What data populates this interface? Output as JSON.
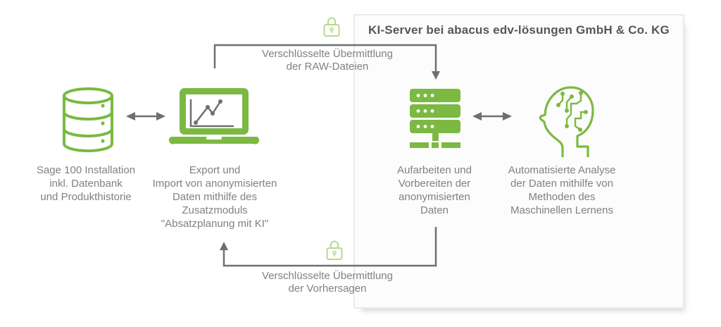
{
  "header": {
    "title": "KI-Server bei abacus edv-lösungen GmbH & Co. KG"
  },
  "nodes": {
    "database": {
      "icon": "database-icon",
      "label_lines": [
        "Sage 100 Installation",
        "inkl. Datenbank",
        "und Produkthistorie"
      ]
    },
    "laptop": {
      "icon": "laptop-chart-icon",
      "label_lines": [
        "Export und",
        "Import von anonymisierten",
        "Daten mithilfe des",
        "Zusatzmoduls",
        "\"Absatzplanung mit KI\""
      ]
    },
    "server": {
      "icon": "server-icon",
      "label_lines": [
        "Aufarbeiten und",
        "Vorbereiten der",
        "anonymisierten",
        "Daten"
      ]
    },
    "head": {
      "icon": "ai-head-icon",
      "label_lines": [
        "Automatisierte Analyse",
        "der Daten mithilfe von",
        "Methoden des",
        "Maschinellen Lernens"
      ]
    }
  },
  "flows": {
    "raw_upload": {
      "icon": "lock-icon",
      "lines": [
        "Verschlüsselte Übermittlung",
        "der RAW-Dateien"
      ]
    },
    "prediction_return": {
      "icon": "lock-icon",
      "lines": [
        "Verschlüsselte Übermittlung",
        "der Vorhersagen"
      ]
    }
  },
  "colors": {
    "brand_green": "#7cb943",
    "lock_green": "#b5d98e",
    "arrow_gray": "#6e6f72",
    "label_gray": "#7f8184",
    "title_gray": "#55565a",
    "box_border": "#eaeaea",
    "box_fill": "#fcfcfc"
  }
}
